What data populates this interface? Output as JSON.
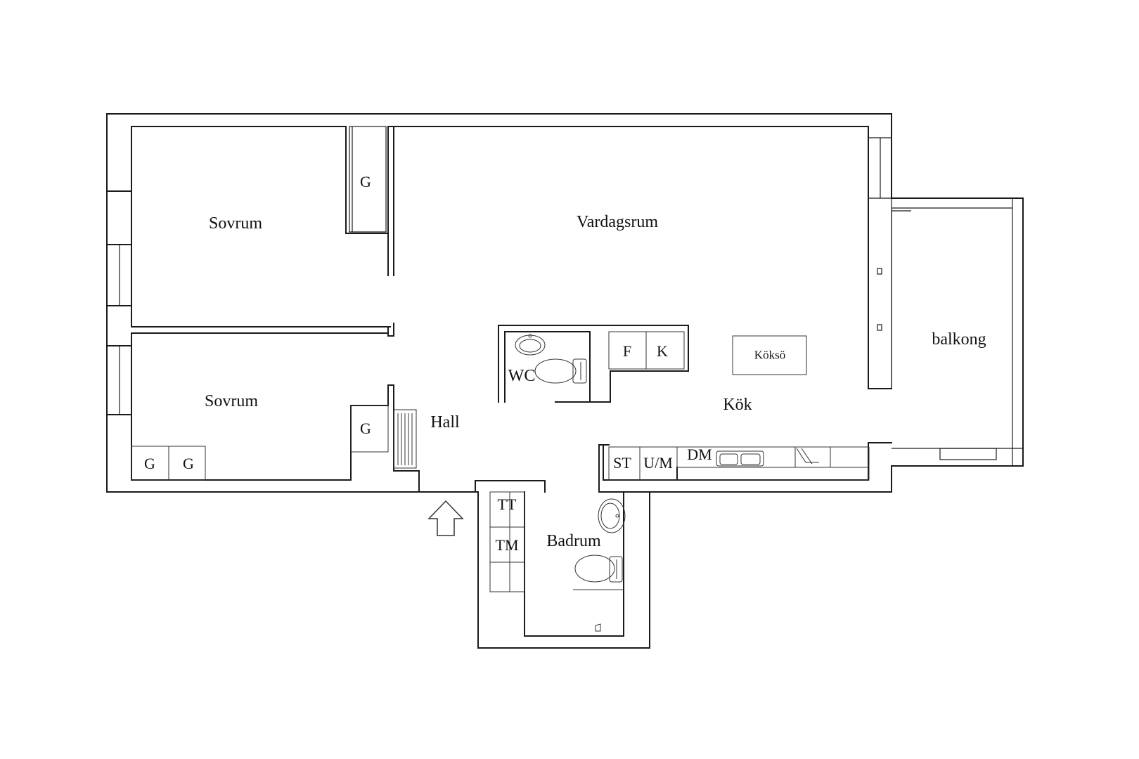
{
  "rooms": {
    "sovrum_top": "Sovrum",
    "sovrum_bottom": "Sovrum",
    "vardagsrum": "Vardagsrum",
    "hall": "Hall",
    "kok": "Kök",
    "balkong": "balkong",
    "wc": "WC",
    "badrum": "Badrum"
  },
  "fixtures": {
    "wardrobe_top": "G",
    "wardrobe_hall": "G",
    "wardrobe_left_1": "G",
    "wardrobe_left_2": "G",
    "fridge": "F",
    "freezer": "K",
    "kitchen_island": "Köksö",
    "stove": "ST",
    "oven_micro": "U/M",
    "dishwasher": "DM",
    "dryer": "TT",
    "washer": "TM"
  },
  "colors": {
    "line": "#1a1a1a",
    "background": "#ffffff"
  }
}
